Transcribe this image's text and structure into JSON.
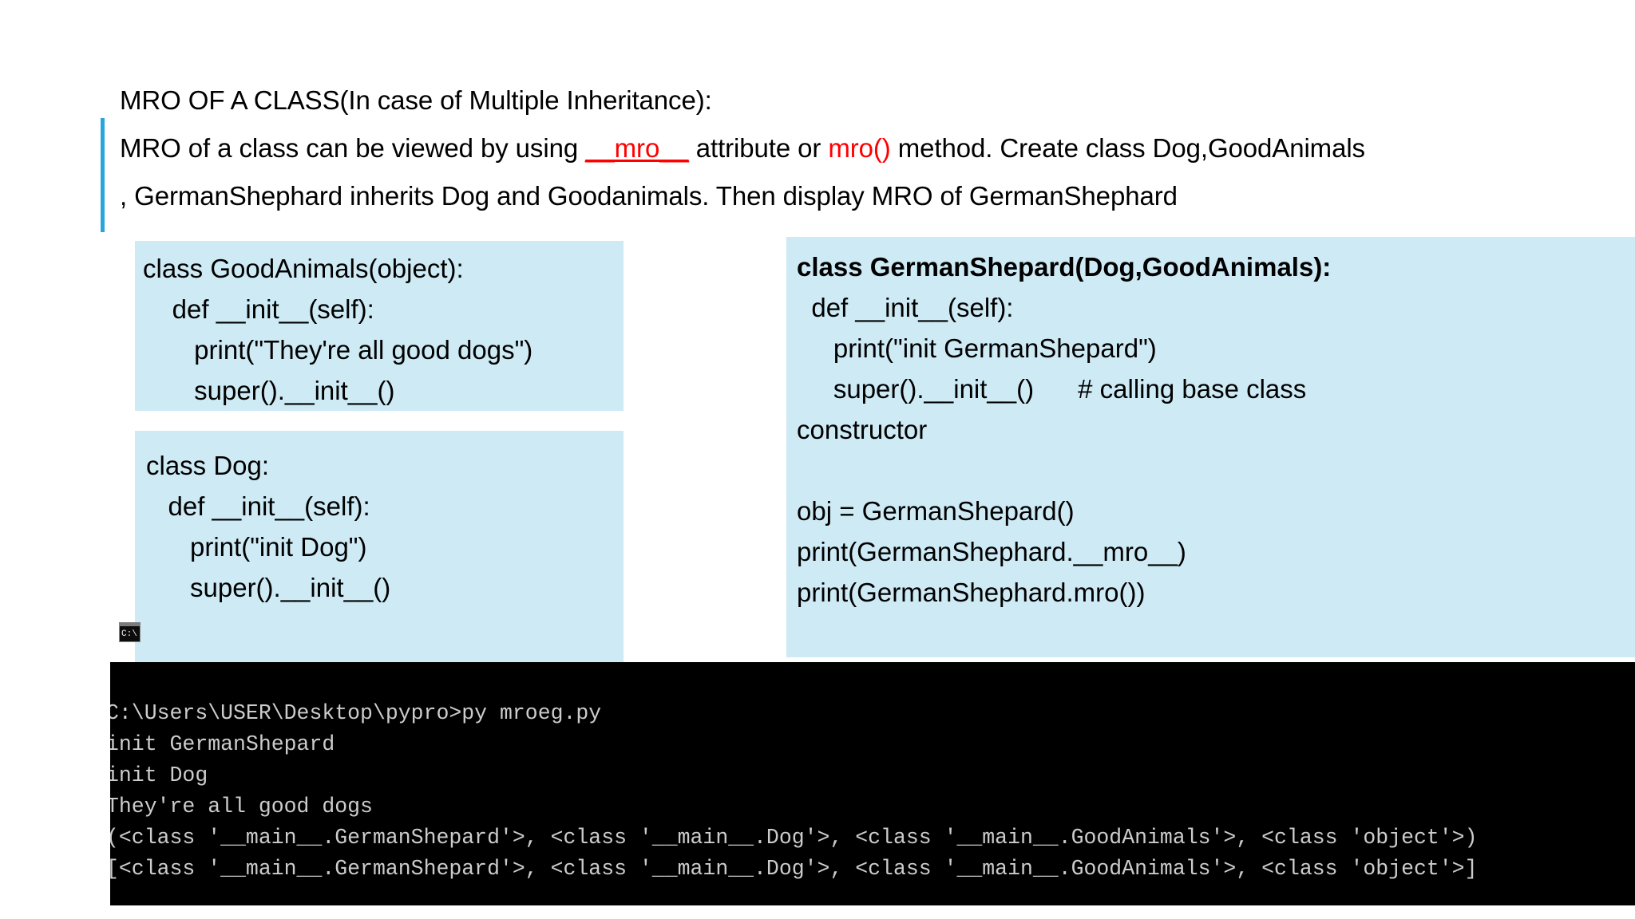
{
  "slide": {
    "heading": "MRO OF A CLASS(In case of Multiple Inheritance):",
    "body_line1_part1": "MRO of a class can be viewed by using ",
    "body_line1_mro_attr": "__mro__",
    "body_line1_part2": " attribute or ",
    "body_line1_mro_method": "mro()",
    "body_line1_part3": " method. Create class Dog,GoodAnimals",
    "body_line2": ", GermanShephard inherits Dog and Goodanimals. Then display MRO of GermanShephard",
    "accent_color": "#29A5DC",
    "highlight_color": "#FF0000",
    "codebox_color": "#CDEAF5"
  },
  "code_blocks": [
    {
      "name": "good-animals",
      "lines": [
        "class GoodAnimals(object):",
        "    def __init__(self):",
        "       print(\"They're all good dogs\")",
        "       super().__init__()"
      ]
    },
    {
      "name": "dog",
      "lines": [
        "class Dog:",
        "   def __init__(self):",
        "      print(\"init Dog\")",
        "      super().__init__()"
      ]
    },
    {
      "name": "german-shepard",
      "lines": [
        "class GermanShepard(Dog,GoodAnimals):",
        "  def __init__(self):",
        "     print(\"init GermanShepard\")",
        "     super().__init__()      # calling base class",
        "constructor",
        "",
        "obj = GermanShepard()",
        "print(GermanShephard.__mro__)",
        "print(GermanShephard.mro())"
      ],
      "bold_line_index": 0
    }
  ],
  "console": {
    "icon_label": "C:\\",
    "lines": [
      "C:\\Users\\USER\\Desktop\\pypro>py mroeg.py",
      "init GermanShepard",
      "init Dog",
      "They're all good dogs",
      "(<class '__main__.GermanShepard'>, <class '__main__.Dog'>, <class '__main__.GoodAnimals'>, <class 'object'>)",
      "[<class '__main__.GermanShepard'>, <class '__main__.Dog'>, <class '__main__.GoodAnimals'>, <class 'object'>]"
    ]
  }
}
